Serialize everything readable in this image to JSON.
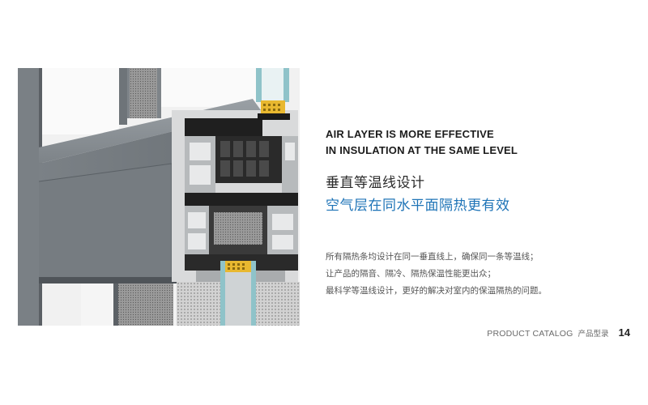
{
  "headline_en": {
    "line1": "AIR LAYER IS MORE EFFECTIVE",
    "line2": "IN INSULATION AT THE SAME LEVEL"
  },
  "title_zh": "垂直等温线设计",
  "subtitle_zh": "空气层在同水平面隔热更有效",
  "body_lines": [
    "所有隔热条均设计在同一垂直线上，确保同一条等温线；",
    "让产品的隔音、隔冷、隔热保温性能更出众；",
    "最科学等温线设计，更好的解决对室内的保温隔热的问题。"
  ],
  "footer": {
    "catalog_en": "PRODUCT CATALOG",
    "catalog_zh": "产品型录",
    "page_number": "14"
  },
  "colors": {
    "accent_blue": "#1f74b7",
    "profile_gray": "#6e7479",
    "glass_teal": "#8fc3c9",
    "insulation_yellow": "#e8b830"
  },
  "illustration": {
    "subject": "window-frame-cross-section",
    "components": [
      "aluminum-profile",
      "thermal-break-strip",
      "insulating-glass",
      "glazing-bead",
      "fly-screen"
    ]
  }
}
